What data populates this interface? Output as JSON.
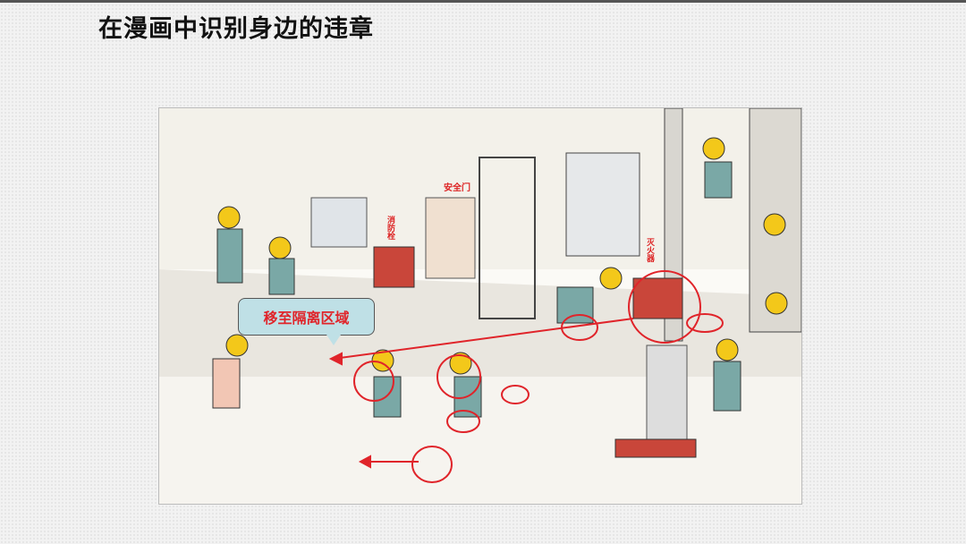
{
  "slide": {
    "title": "在漫画中识别身边的违章",
    "callout": "移至隔离区域"
  },
  "illustration": {
    "signs": [
      "安全门",
      "消防栓",
      "灭火器"
    ],
    "accent_color": "#e0242a"
  }
}
